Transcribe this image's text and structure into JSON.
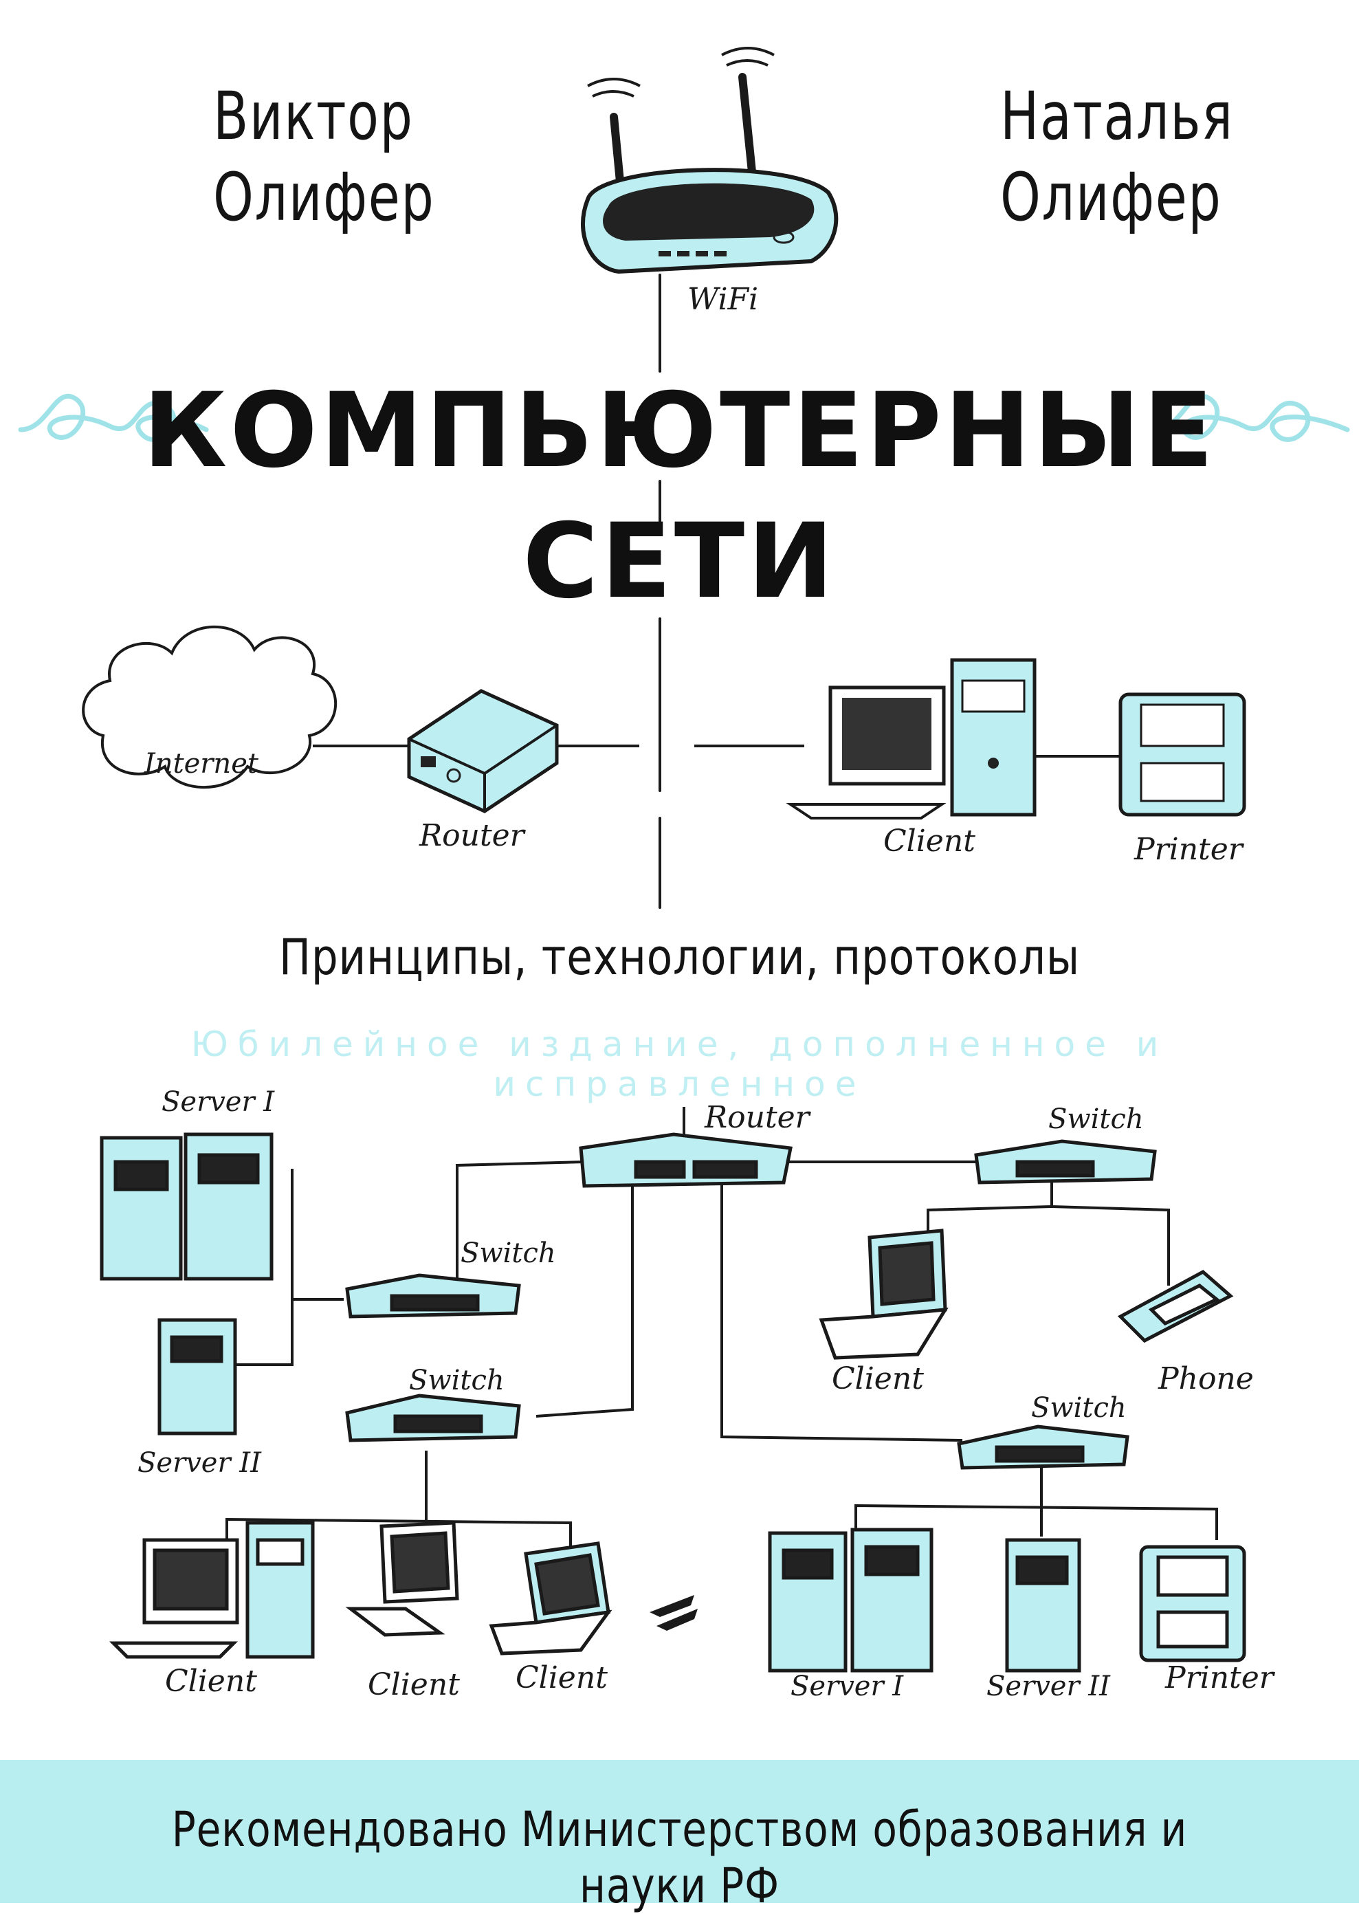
{
  "authors": {
    "left": {
      "first": "Виктор",
      "last": "Олифер"
    },
    "right": {
      "first": "Наталья",
      "last": "Олифер"
    }
  },
  "title": {
    "line1": "КОМПЬЮТЕРНЫЕ",
    "line2": "СЕТИ"
  },
  "subtitle": "Принципы, технологии, протоколы",
  "edition": "Юбилейное издание, дополненное и исправленное",
  "publisher_band": "Рекомендовано Министерством образования и науки РФ",
  "diagram_top": {
    "wifi_label": "WiFi",
    "internet_label": "Internet",
    "router_label": "Router",
    "client_label": "Client",
    "printer_label": "Printer"
  },
  "diagram_bottom": {
    "server1_label": "Server I",
    "server2_label": "Server II",
    "router_label": "Router",
    "switch_top_right": "Switch",
    "switch_mid_left": "Switch",
    "switch_lower_left": "Switch",
    "switch_lower_right": "Switch",
    "client_laptop_right": "Client",
    "phone_label": "Phone",
    "client_desktop": "Client",
    "client_monitor": "Client",
    "client_laptop": "Client",
    "server1_bottom": "Server I",
    "server2_bottom": "Server II",
    "printer_bottom": "Printer"
  },
  "colors": {
    "accent": "#b8eef0",
    "ink": "#141414",
    "device_fill": "#bdeef2"
  }
}
